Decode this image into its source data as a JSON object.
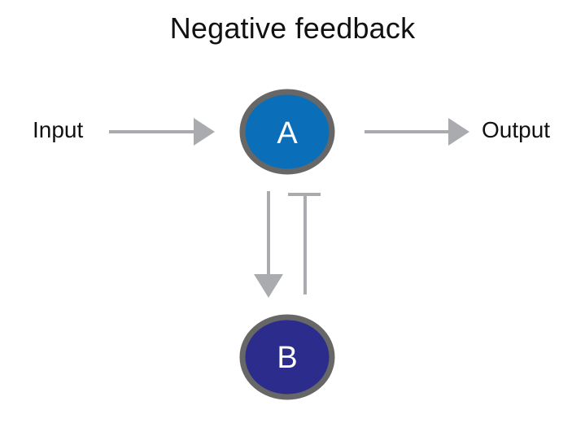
{
  "title": "Negative feedback",
  "labels": {
    "input": "Input",
    "output": "Output"
  },
  "nodes": {
    "a": {
      "label": "A",
      "fill": "#0A6FB8",
      "stroke": "#676767"
    },
    "b": {
      "label": "B",
      "fill": "#2C2C8C",
      "stroke": "#676767"
    }
  },
  "colors": {
    "arrow": "#A9ABAE",
    "text": "#111111"
  }
}
